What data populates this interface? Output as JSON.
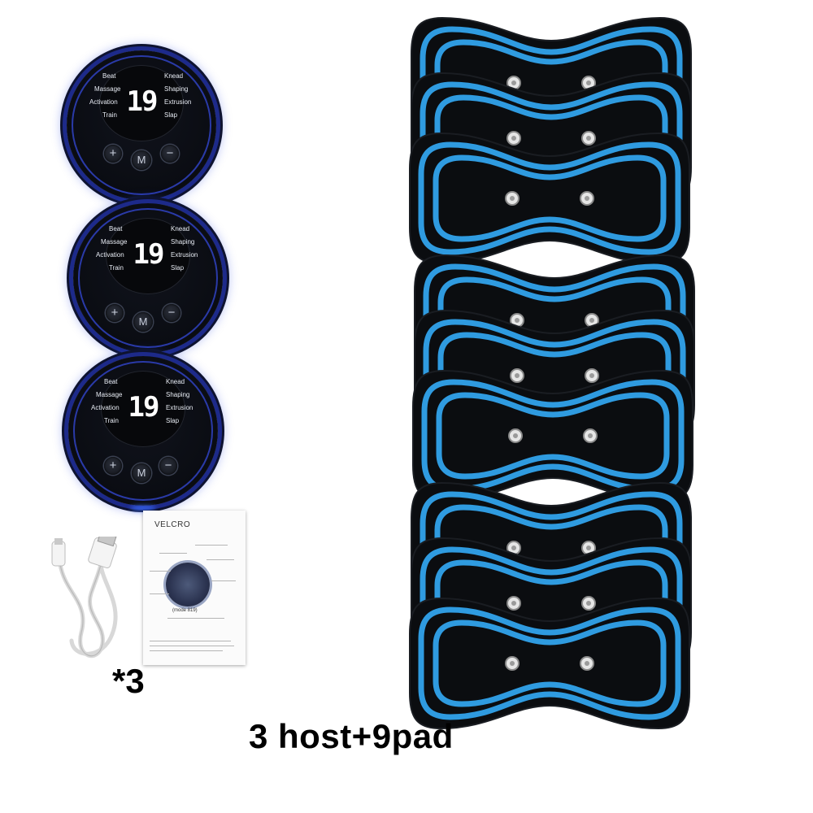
{
  "hosts": [
    {
      "labels": {
        "left": [
          "Beat",
          "Massage",
          "Activation",
          "Train"
        ],
        "right": [
          "Knead",
          "Shaping",
          "Extrusion",
          "Slap"
        ]
      },
      "display": "19",
      "buttons": [
        "+",
        "M",
        "−"
      ]
    },
    {
      "labels": {
        "left": [
          "Beat",
          "Massage",
          "Activation",
          "Train"
        ],
        "right": [
          "Knead",
          "Shaping",
          "Extrusion",
          "Slap"
        ]
      },
      "display": "19",
      "buttons": [
        "+",
        "M",
        "−"
      ]
    },
    {
      "labels": {
        "left": [
          "Beat",
          "Massage",
          "Activation",
          "Train"
        ],
        "right": [
          "Knead",
          "Shaping",
          "Extrusion",
          "Slap"
        ]
      },
      "display": "19",
      "buttons": [
        "+",
        "M",
        "−"
      ]
    }
  ],
  "manual": {
    "title": "VELCRO",
    "model": "(mode 819)"
  },
  "quantity_label": "*3",
  "caption": "3 host+9pad",
  "colors": {
    "pad_blue": "#2f9be0",
    "pad_black": "#0b0d10",
    "host_ring": "#1d2a8a"
  },
  "icons": [
    "usb-cable-icon",
    "manual-booklet"
  ]
}
